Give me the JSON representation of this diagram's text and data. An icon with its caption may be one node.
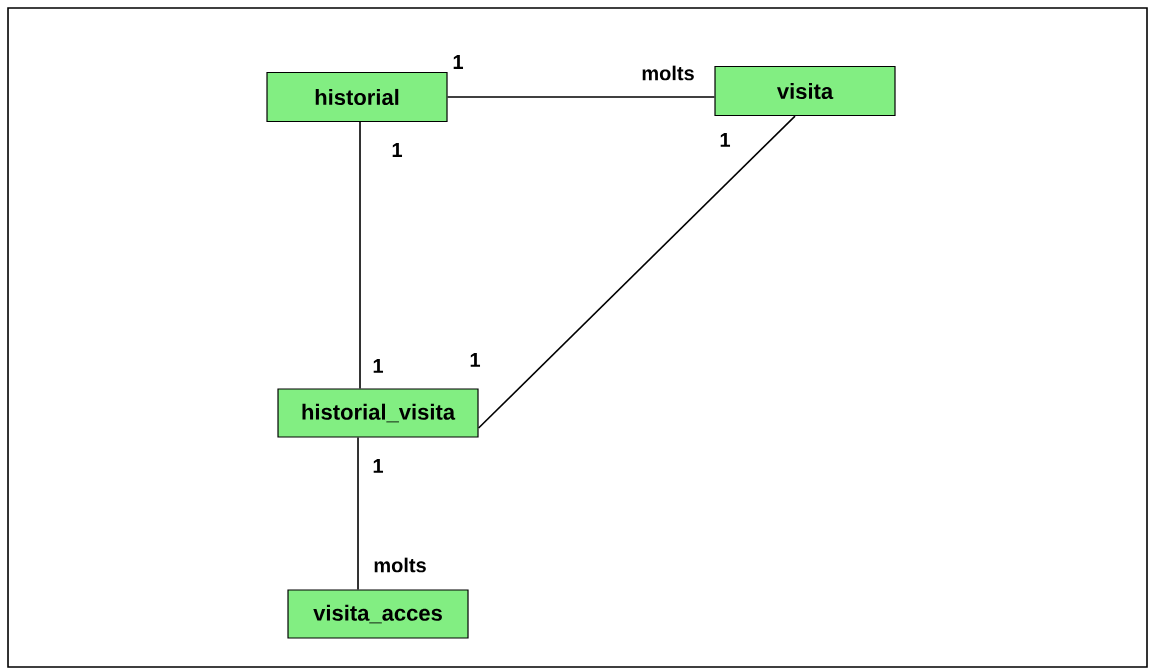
{
  "diagram": {
    "nodes": [
      {
        "text": [
          "historial"
        ]
      },
      {
        "text": [
          "visita"
        ]
      },
      {
        "text": [
          "historial_visita"
        ]
      },
      {
        "text": [
          "visita_acces"
        ]
      }
    ],
    "edges": [
      {
        "from": 0,
        "to": 1,
        "arrow": "none"
      },
      {
        "from": 0,
        "to": 2,
        "arrow": "none"
      },
      {
        "from": 1,
        "to": 2,
        "arrow": "none"
      },
      {
        "from": 2,
        "to": 3,
        "arrow": "none"
      }
    ],
    "labels": [
      "1",
      "molts",
      "1",
      "1",
      "1",
      "1",
      "1",
      "molts"
    ]
  }
}
